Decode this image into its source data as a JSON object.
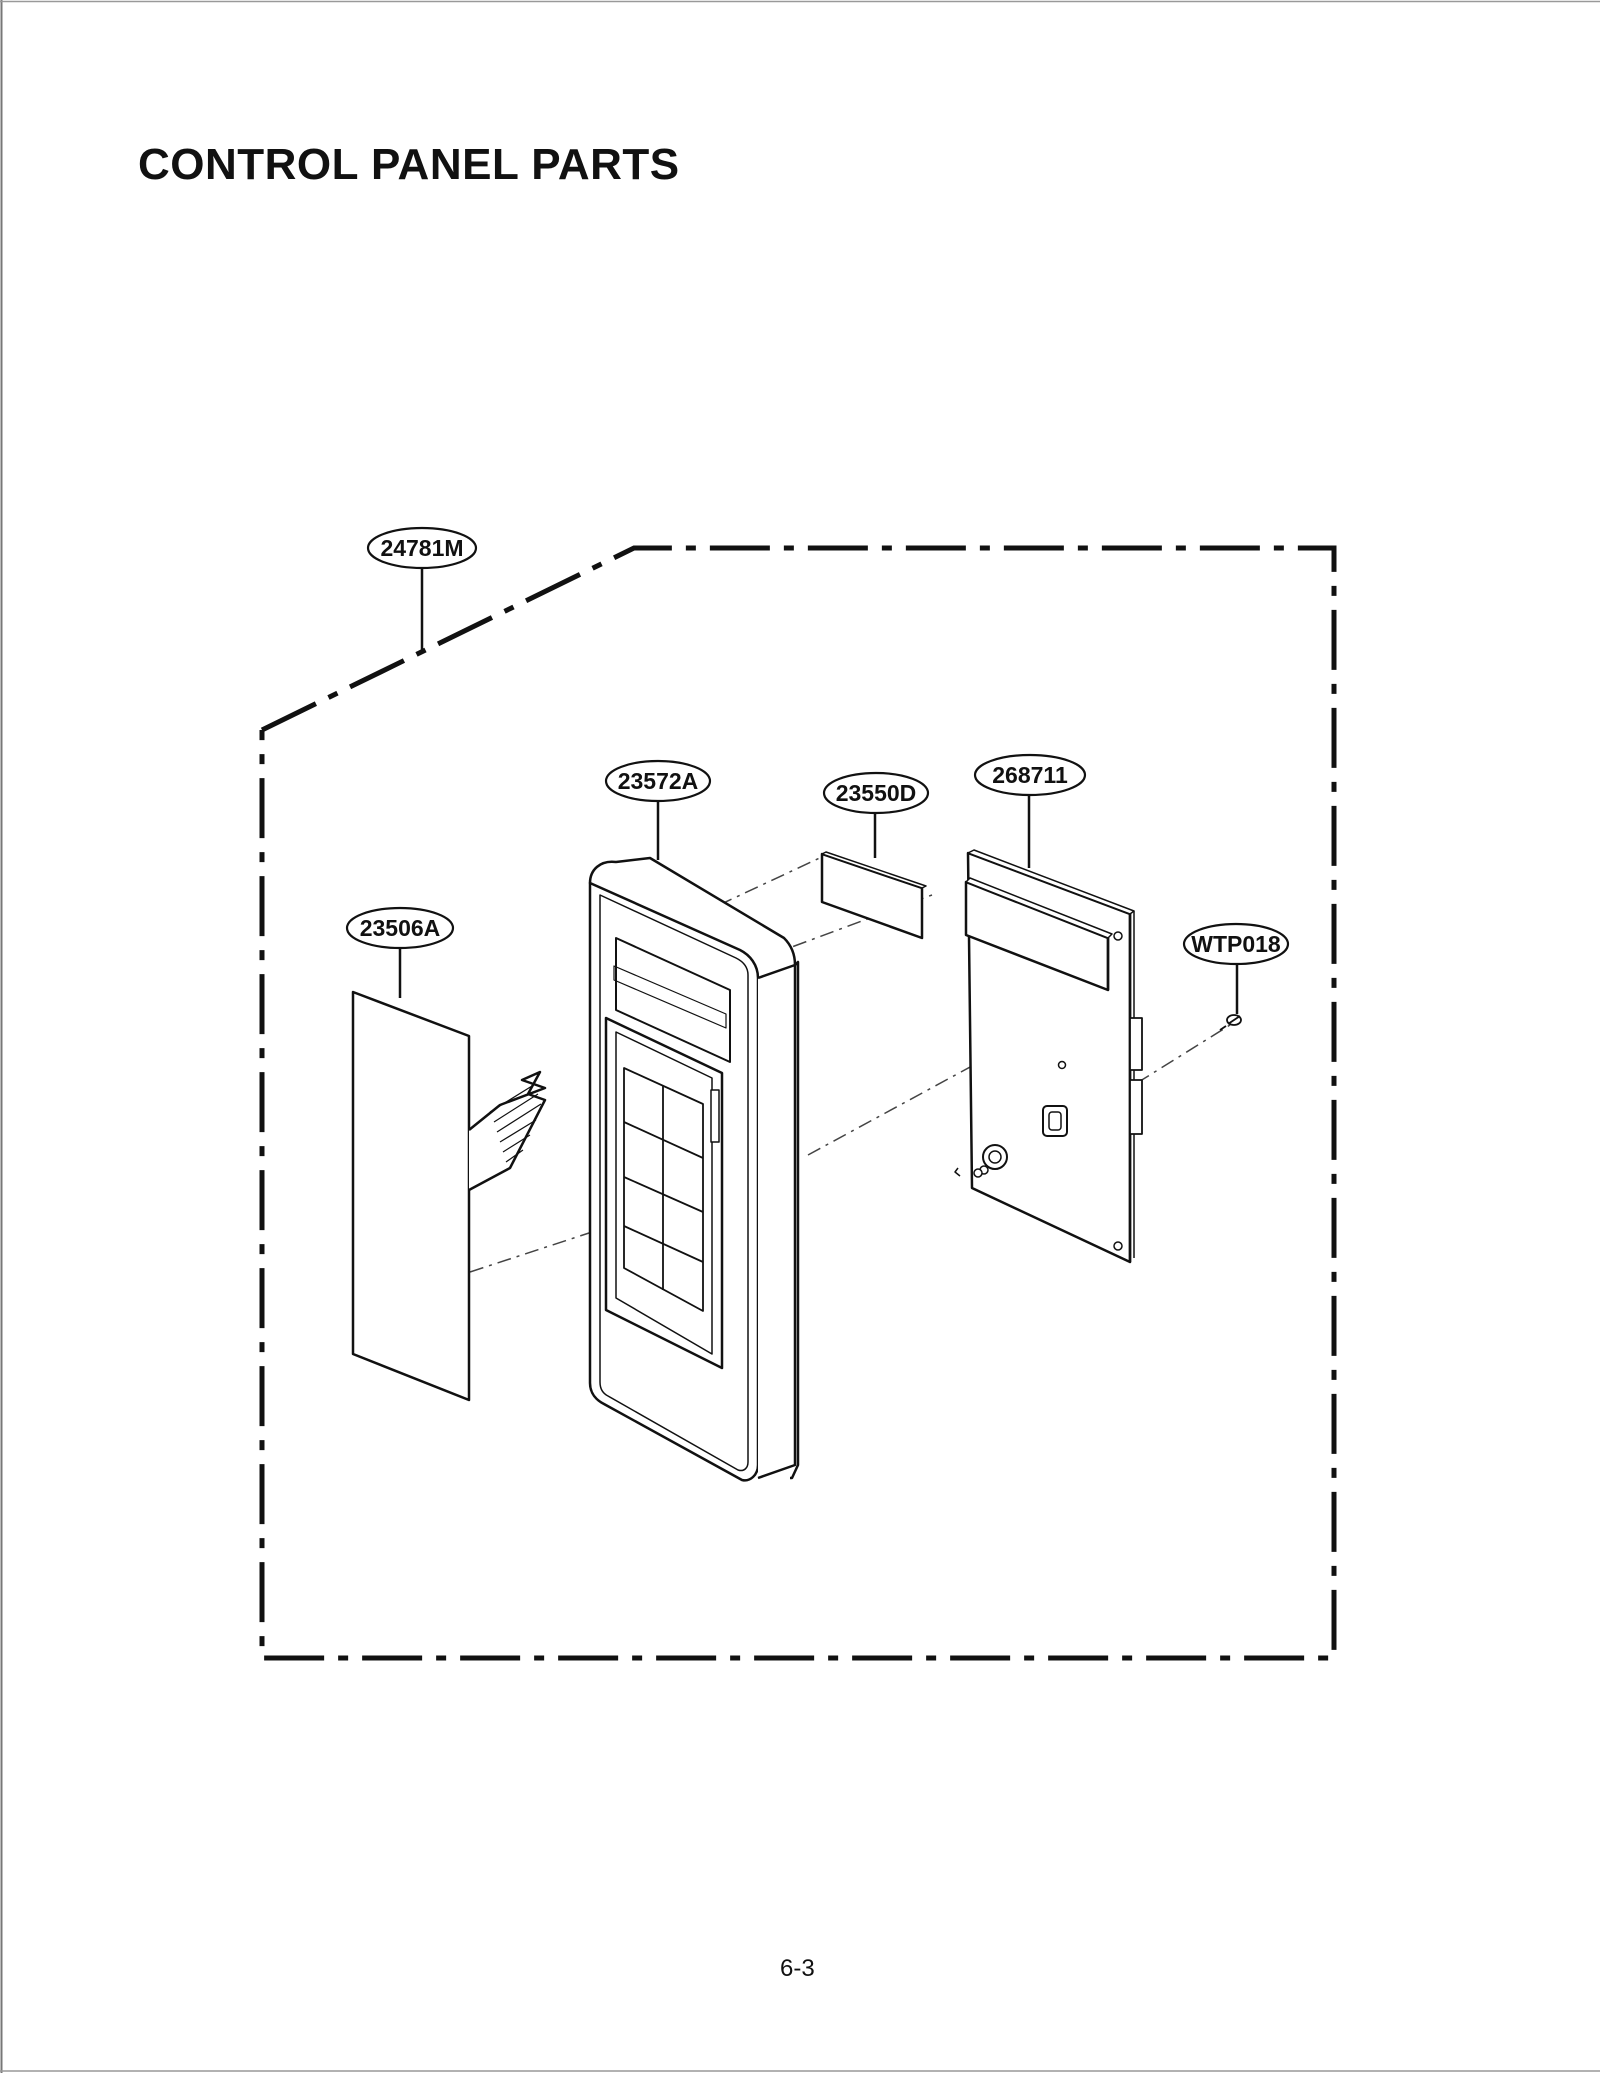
{
  "title": "CONTROL PANEL PARTS",
  "page_number": "6-3",
  "callouts": {
    "assembly": "24781M",
    "membrane": "23506A",
    "panel": "23572A",
    "window": "23550D",
    "pcb": "268711",
    "screw": "WTP018"
  }
}
